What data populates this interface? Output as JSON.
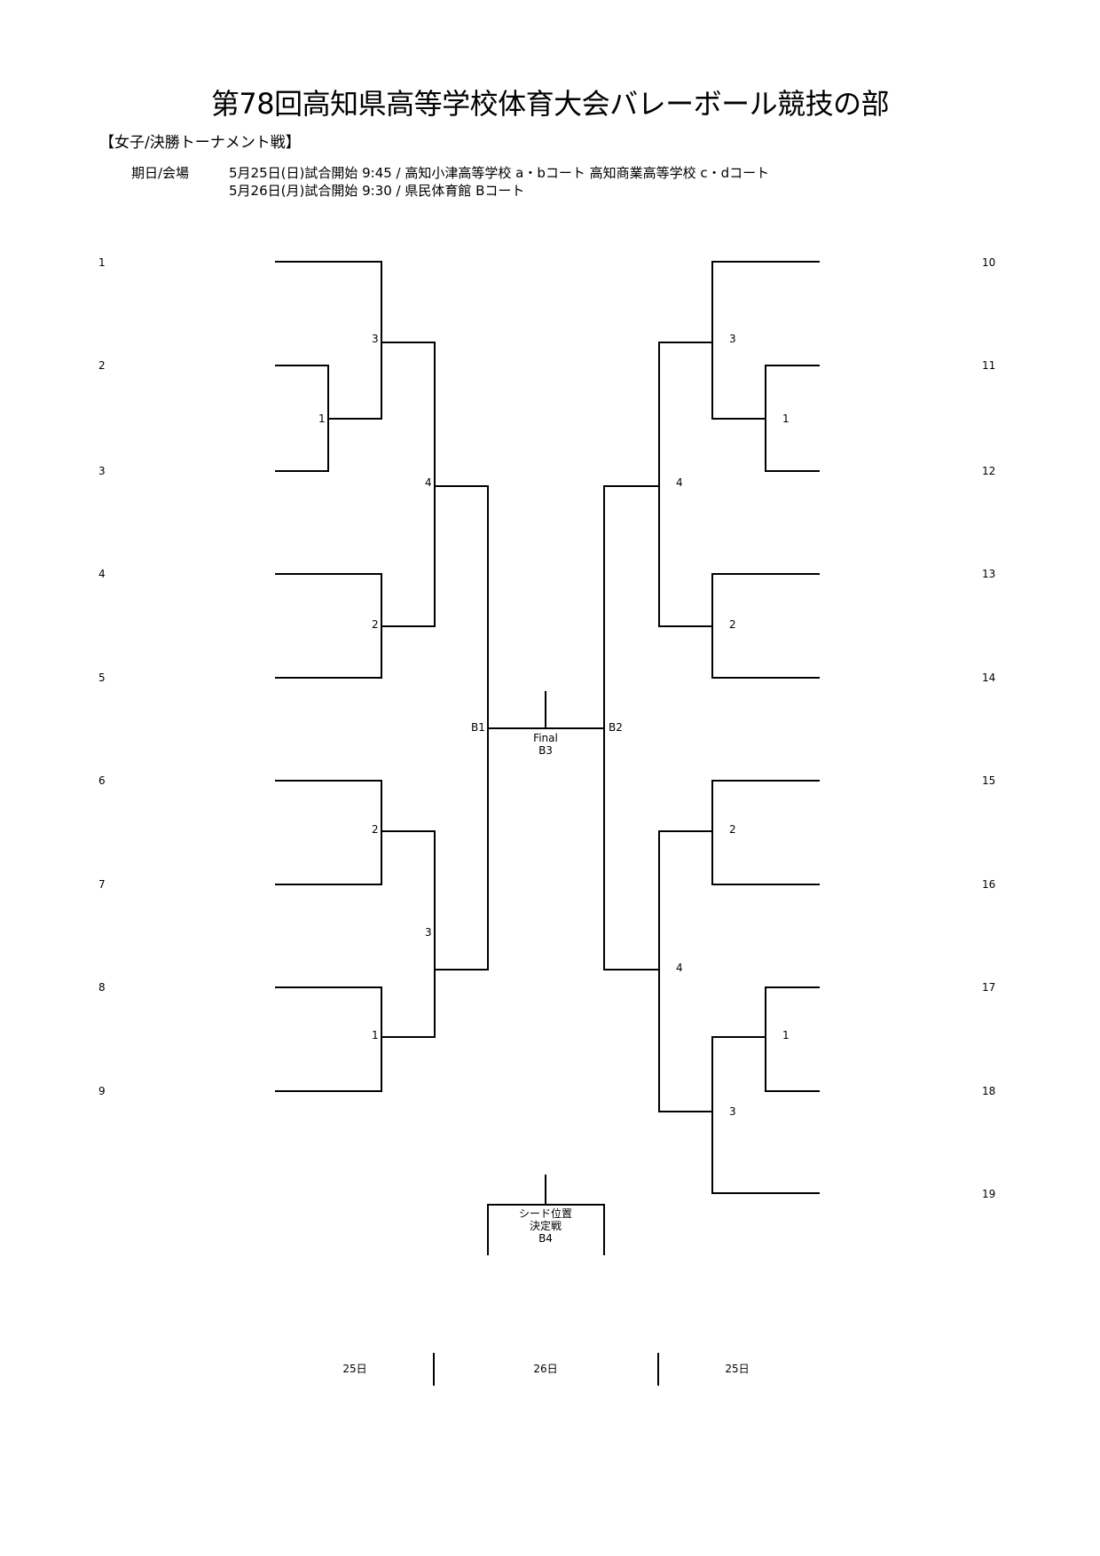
{
  "title": "第78回高知県高等学校体育大会バレーボール競技の部",
  "subtitle": "【女子/決勝トーナメント戦】",
  "schedule": {
    "label": "期日/会場",
    "line1": "5月25日(日)試合開始 9:45 / 高知小津高等学校 a・bコート  高知商業高等学校 c・dコート",
    "line2": "5月26日(月)試合開始 9:30 / 県民体育館 Bコート"
  },
  "left_seeds": [
    "1",
    "2",
    "3",
    "4",
    "5",
    "6",
    "7",
    "8",
    "9"
  ],
  "right_seeds": [
    "10",
    "11",
    "12",
    "13",
    "14",
    "15",
    "16",
    "17",
    "18",
    "19"
  ],
  "left_matches": {
    "top_r1": "1",
    "top_r2a": "3",
    "top_r2b": "2",
    "top_r3": "4",
    "bot_r1a": "2",
    "bot_r1b": "1",
    "bot_r2": "3",
    "semi": "B1"
  },
  "right_matches": {
    "top_r1": "1",
    "top_r2a": "3",
    "top_r2b": "2",
    "top_r3": "4",
    "bot_r1a": "2",
    "bot_r1b": "1",
    "bot_r2a": "3",
    "bot_r3": "4",
    "semi": "B2"
  },
  "final": {
    "label1": "Final",
    "label2": "B3"
  },
  "seed_match": {
    "line1": "シード位置",
    "line2": "決定戦",
    "line3": "B4"
  },
  "days": {
    "left": "25日",
    "center": "26日",
    "right": "25日"
  }
}
